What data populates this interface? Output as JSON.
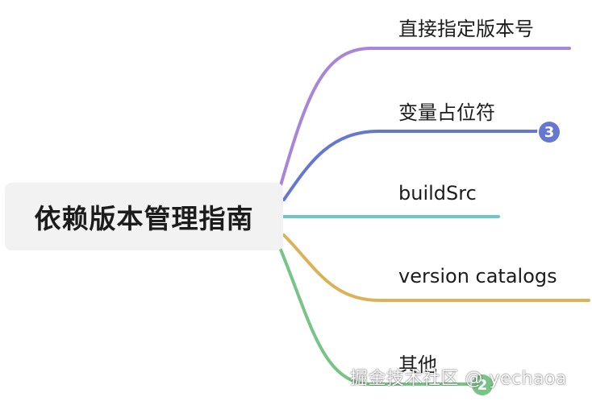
{
  "root": {
    "label": "依赖版本管理指南"
  },
  "branches": [
    {
      "label": "直接指定版本号",
      "color": "#a785d8"
    },
    {
      "label": "变量占位符",
      "color": "#6577cf",
      "badge": "3"
    },
    {
      "label": "buildSrc",
      "color": "#6ec6c6"
    },
    {
      "label": "version catalogs",
      "color": "#dcb256"
    },
    {
      "label": "其他",
      "color": "#78c487",
      "badge": "2"
    }
  ],
  "watermark": "掘金技术社区 @ yechaoa"
}
